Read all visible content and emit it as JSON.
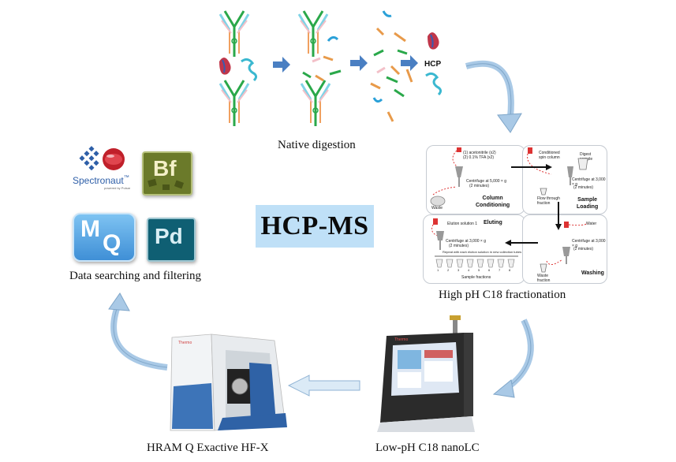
{
  "captions": {
    "native_digestion": "Native digestion",
    "data_searching": "Data searching and filtering",
    "high_ph": "High pH C18 fractionation",
    "hram": "HRAM Q Exactive HF-X",
    "low_ph": "Low-pH C18 nanoLC"
  },
  "center_label": "HCP-MS",
  "digestion": {
    "hcp_label": "HCP"
  },
  "software": {
    "spectronaut": {
      "name": "Spectronaut",
      "tm": "™",
      "sub": "powered by Pulsar"
    },
    "bf": "Bf",
    "mq": [
      "M",
      "Q"
    ],
    "pd": "Pd"
  },
  "fractionation": {
    "step1": {
      "title": "Column\nConditioning",
      "note1": "(1) acetonitrile (x2)",
      "note2": "(2) 0.1% TFA (x2)",
      "spin": "Centrifuge at 5,000 × g",
      "spin2": "(2 minutes)",
      "waste": "Waste"
    },
    "step2": {
      "title": "Sample\nLoading",
      "note1": "Conditioned",
      "note2": "spin column",
      "sample": "Digest sample",
      "spin": "Centrifuge at 3,000 × g",
      "spin2": "(2 minutes)",
      "flow": "Flow through fraction"
    },
    "step3": {
      "title": "Washing",
      "water": "Water",
      "spin": "Centrifuge at 3,000 × g",
      "spin2": "(2 minutes)",
      "waste": "Waste fraction"
    },
    "step4": {
      "title": "Eluting",
      "elution": "Elution solution 1",
      "spin": "Centrifuge at 3,000 × g",
      "spin2": "(2 minutes)",
      "repeat": "Repeat with each elution solution in new collection tubes",
      "fractions": "Sample fractions",
      "numbers": [
        "1",
        "2",
        "3",
        "4",
        "5",
        "6",
        "7",
        "8"
      ]
    }
  },
  "instruments": {
    "lc_brand": "Thermo",
    "ms_brand": "Thermo"
  },
  "colors": {
    "arrow_fill": "#4a7fc2",
    "curved_arrow": "#a9c9e6",
    "center_box": "#bfe0f7"
  }
}
